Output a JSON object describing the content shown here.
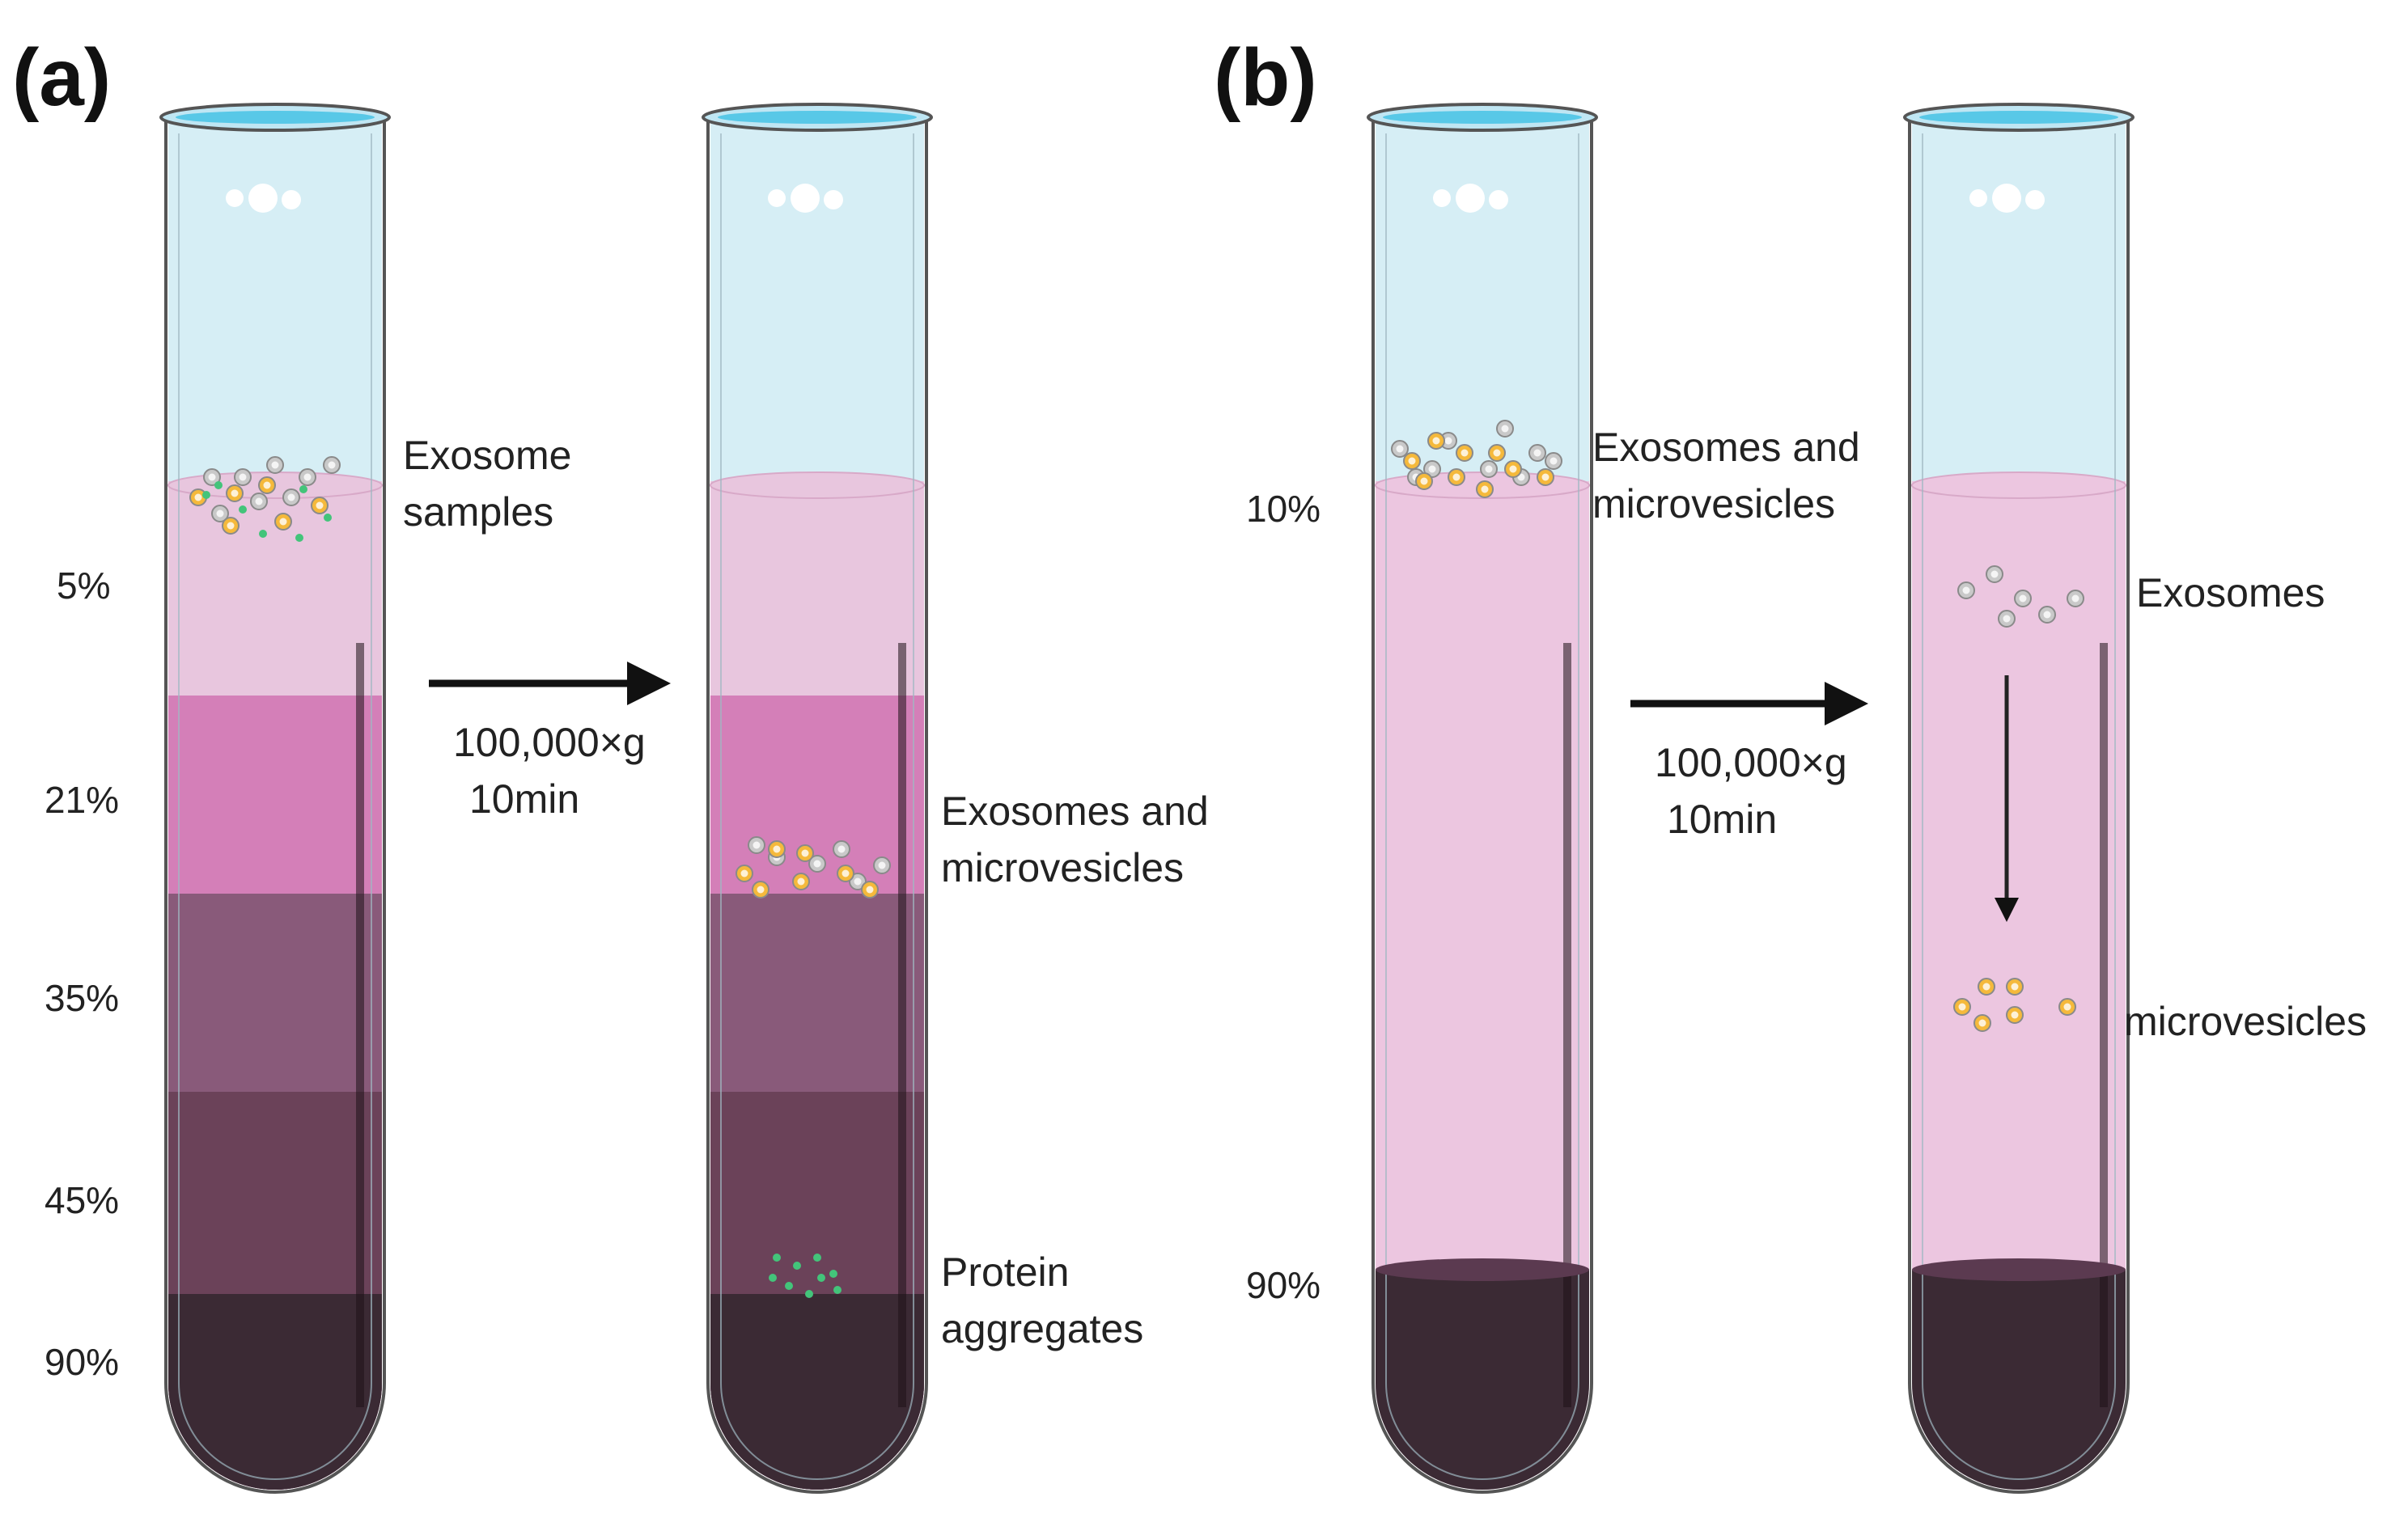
{
  "panels": [
    {
      "label": "(a)",
      "percent_labels": [
        "5%",
        "21%",
        "35%",
        "45%",
        "90%"
      ],
      "tube1_labels": [
        "Exosome",
        "samples"
      ],
      "step": {
        "line1": "100,000×g",
        "line2": "10min"
      },
      "tube2_labels": {
        "exo_micro": [
          "Exosomes and",
          "microvesicles"
        ],
        "protein": [
          "Protein",
          "aggregates"
        ]
      }
    },
    {
      "label": "(b)",
      "percent_labels": [
        "10%",
        "90%"
      ],
      "tube1_labels": [
        "Exosomes and",
        "microvesicles"
      ],
      "step": {
        "line1": "100,000×g",
        "line2": "10min"
      },
      "tube2_labels": {
        "exosomes": "Exosomes",
        "microvesicles": "microvesicles"
      }
    }
  ],
  "colors": {
    "tube_top": "#d6eef5",
    "layer_5": "#e8c6de",
    "layer_21": "#d47fb8",
    "layer_35": "#895a7a",
    "layer_45": "#6b4259",
    "layer_90": "#3b2a34",
    "gradient_10": "#ecc6e0",
    "exosome": "#c9c9c9",
    "microvesicle": "#f5b93b",
    "protein": "#43c47a"
  }
}
